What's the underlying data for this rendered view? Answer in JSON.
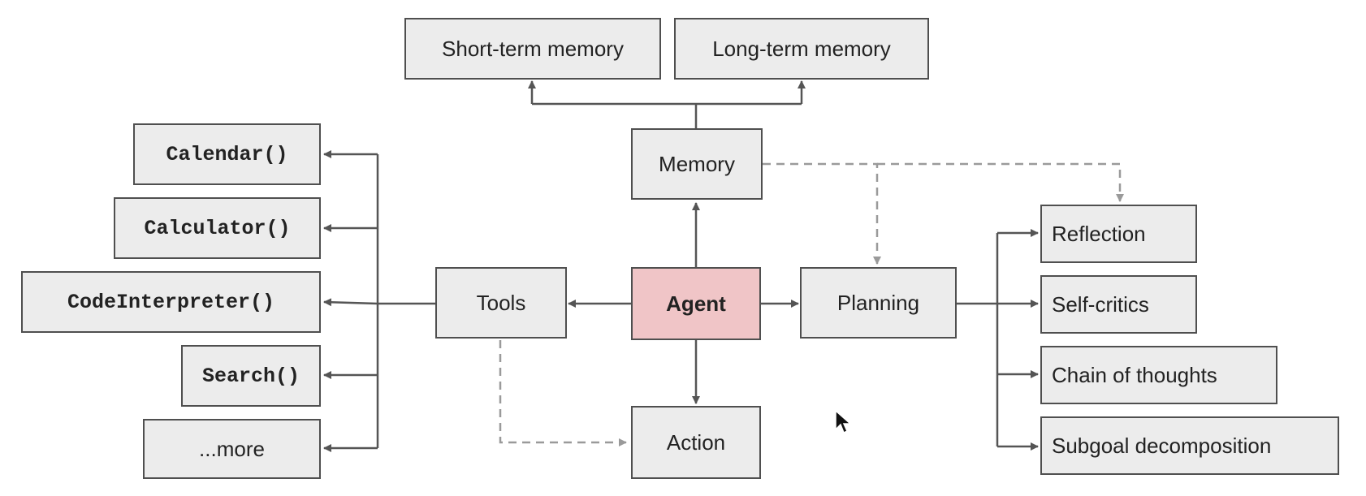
{
  "nodes": {
    "short_term_memory": "Short-term memory",
    "long_term_memory": "Long-term memory",
    "memory": "Memory",
    "agent": "Agent",
    "tools": "Tools",
    "planning": "Planning",
    "action": "Action",
    "tools_list": {
      "calendar": "Calendar()",
      "calculator": "Calculator()",
      "code_interpreter": "CodeInterpreter()",
      "search": "Search()",
      "more": "...more"
    },
    "planning_list": {
      "reflection": "Reflection",
      "self_critics": "Self-critics",
      "chain_of_thoughts": "Chain of thoughts",
      "subgoal_decomposition": "Subgoal decomposition"
    }
  },
  "colors": {
    "box_fill": "#ececec",
    "box_border": "#4f4f4f",
    "agent_fill": "#f0c5c7",
    "solid_connector": "#555555",
    "dashed_connector": "#9a9a9a"
  }
}
